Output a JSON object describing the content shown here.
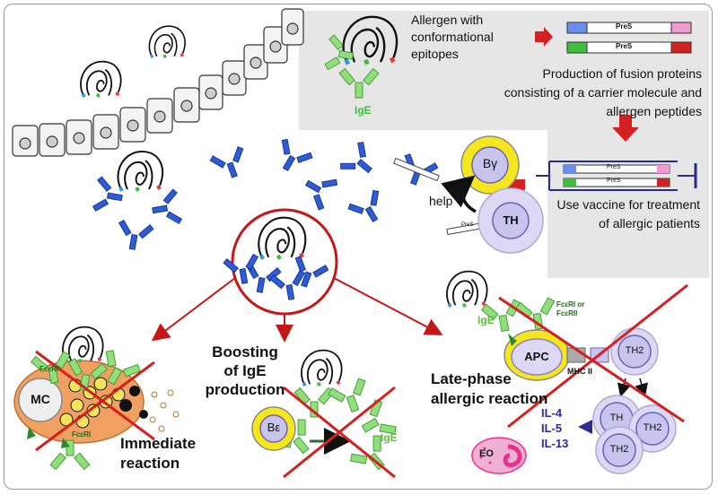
{
  "top": {
    "allergen_label_lines": [
      "Allergen with",
      "conformational",
      "epitopes"
    ],
    "ige_label": "IgE",
    "fusion_text_lines": [
      "Production of fusion proteins",
      "consisting of a carrier molecule and",
      "allergen peptides"
    ],
    "fusion_bar_label": "PreS",
    "vaccine_text_lines": [
      "Use vaccine for treatment",
      "of allergic patients"
    ],
    "syringe_bar_label": "PreS"
  },
  "cells": {
    "b_gamma": "Bγ",
    "th": "TH",
    "help": "help",
    "mc": "MC",
    "b_epsilon": "Bε",
    "apc": "APC",
    "th2_top": "TH2",
    "th_small": "TH",
    "th2_right": "TH2",
    "th2_bottom": "TH2",
    "eo": "EO"
  },
  "bottom": {
    "immediate_lines": [
      "Immediate",
      "reaction"
    ],
    "boosting_lines": [
      "Boosting",
      "of IgE",
      "production"
    ],
    "late_lines": [
      "Late-phase",
      "allergic reaction"
    ],
    "ige_green": "IgE",
    "ige_green2": "IgE",
    "fceri_top": "FcεRI",
    "fceri_bottom": "FcεRI",
    "fceri_or_lines": [
      "FcεRI or",
      "FcεRII"
    ],
    "mhc": "MHC II",
    "cytokines": [
      "IL-4",
      "IL-5",
      "IL-13"
    ],
    "syringe_small_label": "PreS"
  },
  "colors": {
    "grey_panel": "#e6e6e6",
    "red": "#d01c1c",
    "blue_antibody": "#2f5bd6",
    "green_ige": "#8fe07a",
    "b_cell_yellow": "#f5e61e",
    "b_cell_inner": "#c9c4ee",
    "th_cell": "#ddd8f3",
    "mc_orange": "#f0a060",
    "eo_pink": "#e8338c",
    "cytokine_blue": "#2b2b9a",
    "dark_green_label": "#1e6b1e"
  }
}
